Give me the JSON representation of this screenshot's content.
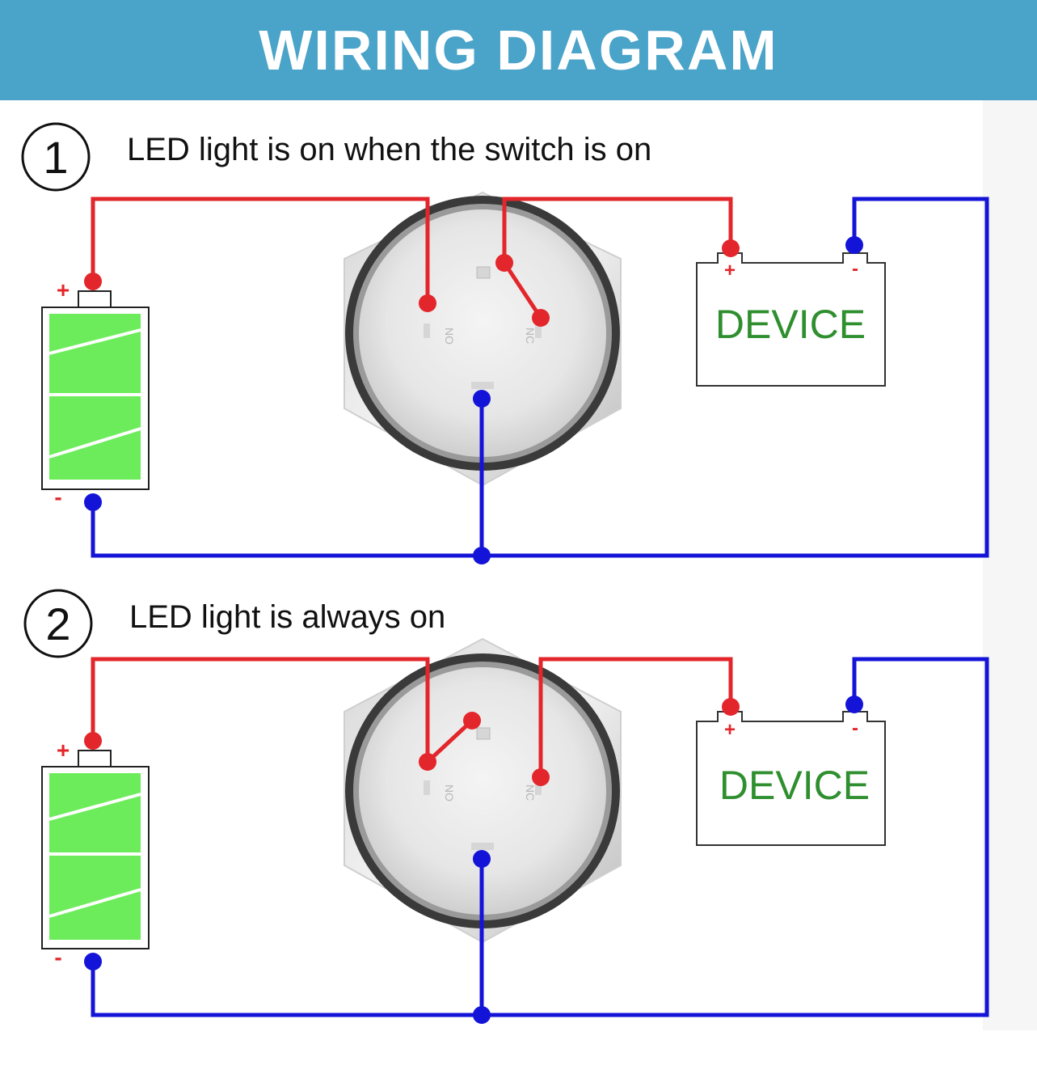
{
  "header": {
    "title": "WIRING DIAGRAM"
  },
  "colors": {
    "header_bg": "#4aa3c8",
    "positive_wire": "#e3262b",
    "negative_wire": "#1414d8",
    "battery_fill": "#6cec5a",
    "device_label": "#2f8f2f"
  },
  "icons": [
    "battery-icon",
    "switch-icon",
    "device-box"
  ],
  "diagrams": [
    {
      "number": "1",
      "caption": "LED light is on when the switch is on",
      "battery": {
        "plus": "+",
        "minus": "-"
      },
      "switch": {
        "pin_left": "NO",
        "pin_right": "NC"
      },
      "device": {
        "label": "DEVICE",
        "plus": "+",
        "minus": "-"
      }
    },
    {
      "number": "2",
      "caption": "LED light is always on",
      "battery": {
        "plus": "+",
        "minus": "-"
      },
      "switch": {
        "pin_left": "NO",
        "pin_right": "NC"
      },
      "device": {
        "label": "DEVICE",
        "plus": "+",
        "minus": "-"
      }
    }
  ]
}
